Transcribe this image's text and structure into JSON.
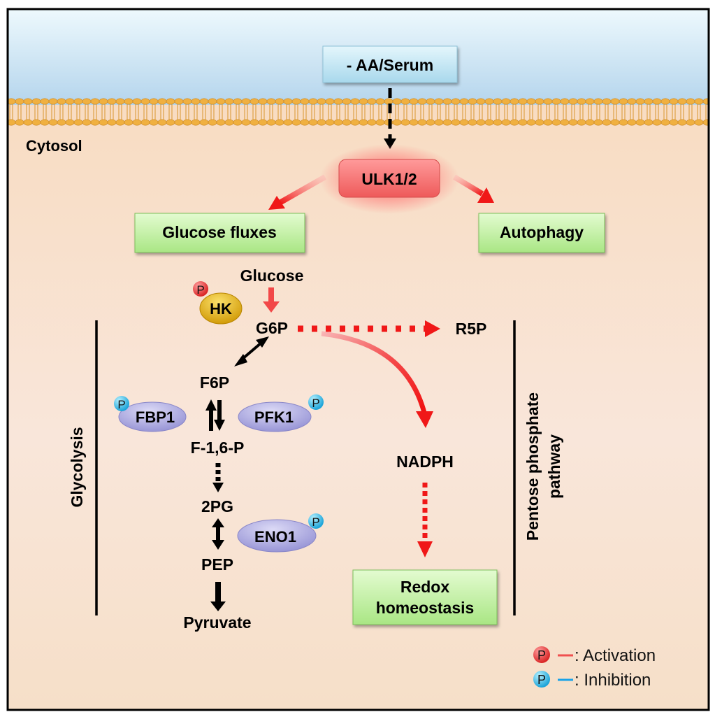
{
  "regions": {
    "cytosol_label": "Cytosol"
  },
  "nodes": {
    "stimulus": "- AA/Serum",
    "kinase": "ULK1/2",
    "glucose_fluxes": "Glucose fluxes",
    "autophagy": "Autophagy",
    "redox": [
      "Redox",
      "homeostasis"
    ]
  },
  "metabolites": {
    "glucose": "Glucose",
    "g6p": "G6P",
    "r5p": "R5P",
    "f6p": "F6P",
    "f16p": "F-1,6-P",
    "pg2": "2PG",
    "pep": "PEP",
    "pyruvate": "Pyruvate",
    "nadph": "NADPH"
  },
  "enzymes": {
    "hk": {
      "label": "HK",
      "phospho": "activation"
    },
    "fbp1": {
      "label": "FBP1",
      "phospho": "inhibition"
    },
    "pfk1": {
      "label": "PFK1",
      "phospho": "inhibition"
    },
    "eno1": {
      "label": "ENO1",
      "phospho": "inhibition"
    }
  },
  "phospho_glyph": "P",
  "pathways": {
    "glycolysis": "Glycolysis",
    "ppp": [
      "Pentose phosphate",
      "pathway"
    ]
  },
  "legend": {
    "activation": {
      "glyph": "P",
      "label": ": Activation",
      "color": "#f0504f"
    },
    "inhibition": {
      "glyph": "P",
      "label": ": Inhibition",
      "color": "#1aa3e8"
    }
  },
  "colors": {
    "extracellular_top": "#e8f6fb",
    "extracellular_bottom": "#b5d6ee",
    "cytosol": "#f7e0c8",
    "membrane": "#e8a33a",
    "stimulus_box": "#c9e9f5",
    "kinase_box": "#f26d6d",
    "outcome_box": "#c6f0a8",
    "activation_arrow": "#f01818",
    "hk_enzyme": "#e3b21a",
    "enzyme": "#a9a6df"
  }
}
